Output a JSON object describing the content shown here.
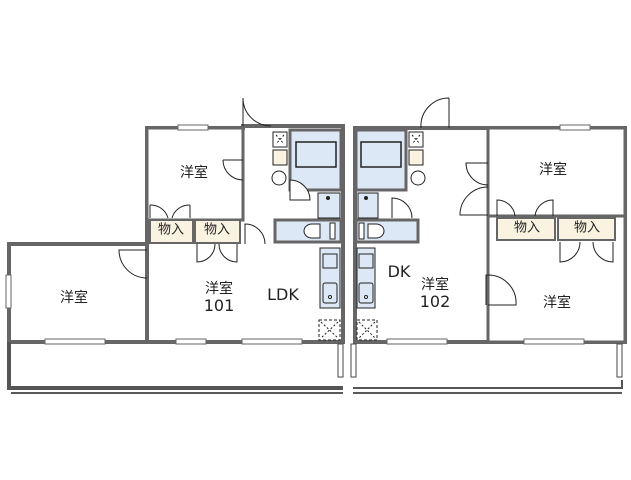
{
  "colors": {
    "wall": "#6b6b6b",
    "wall_dark": "#555555",
    "wet_area": "#dde8f7",
    "storage": "#fbf3e2",
    "line": "#222222"
  },
  "unit_101": {
    "number": "101",
    "room_label": "洋室",
    "ldk_label": "LDK",
    "top_room": "洋室",
    "left_room": "洋室",
    "storage_1": "物入",
    "storage_2": "物入"
  },
  "unit_102": {
    "number": "102",
    "room_label": "洋室",
    "dk_label": "DK",
    "top_room": "洋室",
    "right_room": "洋室",
    "storage_1": "物入",
    "storage_2": "物入"
  }
}
